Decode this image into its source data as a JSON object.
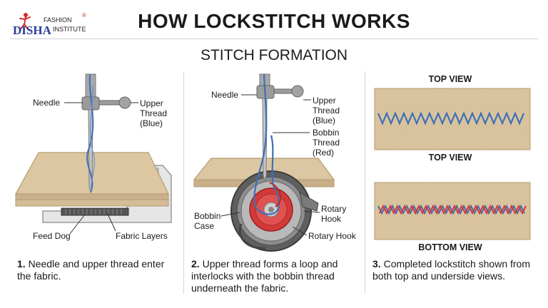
{
  "logo": {
    "word": "DISHA",
    "line1": "FASHION",
    "line2": "INSTITUTE",
    "mark": "®"
  },
  "title": "HOW LOCKSTITCH WORKS",
  "subtitle": "STITCH FORMATION",
  "panel1": {
    "labels": {
      "needle": "Needle",
      "upper_thread": "Upper\nThread\n(Blue)",
      "feed_dog": "Feed Dog",
      "fabric_layers": "Fabric Layers"
    },
    "caption_num": "1.",
    "caption": "Needle and upper thread enter the fabric."
  },
  "panel2": {
    "labels": {
      "needle": "Needle",
      "upper_thread": "Upper\nThread\n(Blue)",
      "bobbin_thread": "Bobbin\nThread\n(Red)",
      "bobbin_case": "Bobbin\nCase",
      "rotary_hook_right": "Rotary\nHook",
      "rotary_hook_bottom": "Rotary Hook"
    },
    "caption_num": "2.",
    "caption": "Upper thread forms a loop and interlocks with the bobbin thread underneath the fabric."
  },
  "panel3": {
    "top_view_1": "TOP VIEW",
    "top_view_2": "TOP VIEW",
    "bottom_view": "BOTTOM VIEW",
    "caption_num": "3.",
    "caption": "Completed lockstitch shown from both top and underside views."
  },
  "colors": {
    "upper_thread": "#3d6fb8",
    "bobbin_thread": "#d23a3a",
    "fabric": "#d9c4a0",
    "fabric_edge": "#b59b72",
    "metal": "#9a9a9a"
  }
}
